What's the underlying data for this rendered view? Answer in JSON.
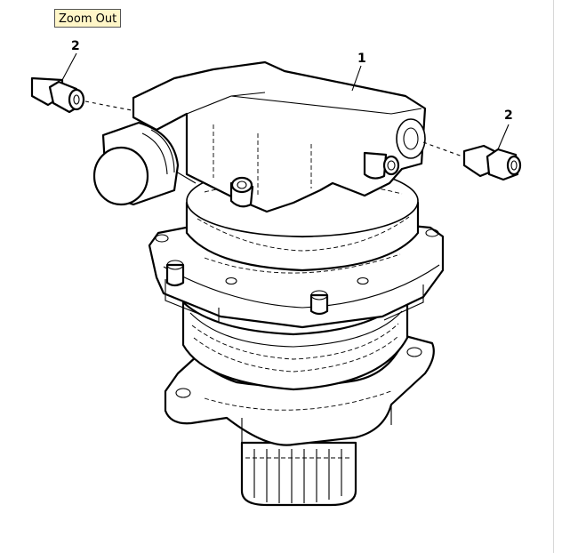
{
  "toolbar": {
    "zoom_out_label": "Zoom Out"
  },
  "callouts": {
    "item_1": "1",
    "item_2_left": "2",
    "item_2_right": "2"
  },
  "colors": {
    "button_bg": "#fff6c8",
    "line": "#000000",
    "background": "#ffffff"
  }
}
